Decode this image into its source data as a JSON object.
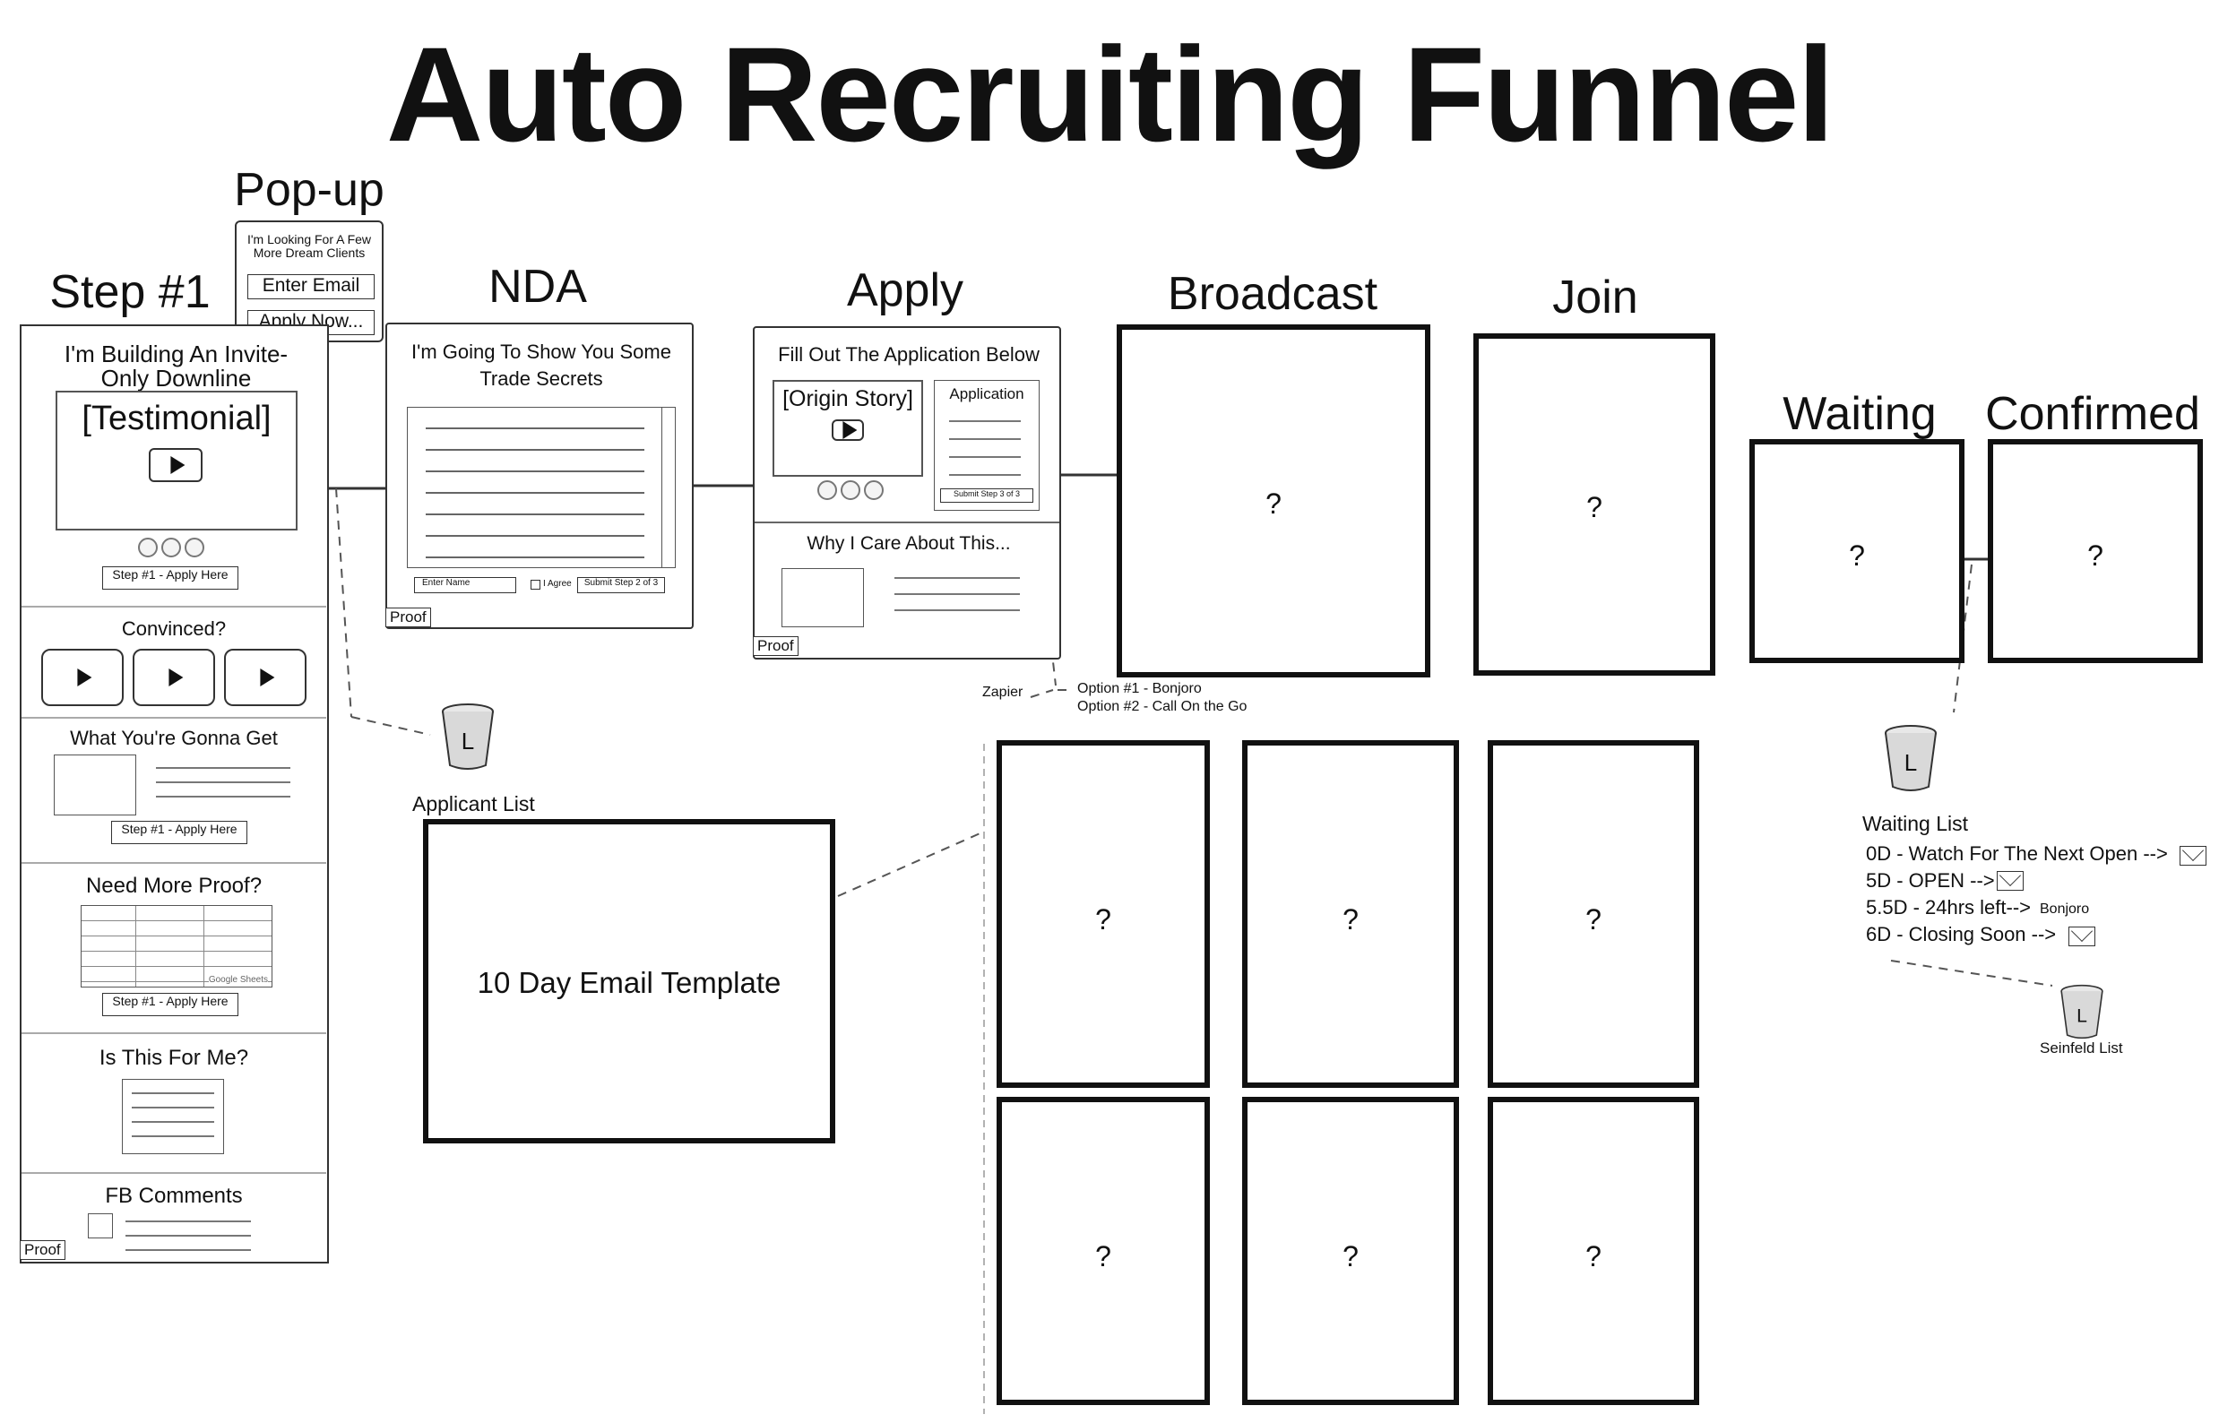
{
  "title": "Auto Recruiting Funnel",
  "labels": {
    "popup": "Pop-up",
    "step1": "Step #1",
    "nda": "NDA",
    "apply": "Apply",
    "broadcast": "Broadcast",
    "join": "Join",
    "waiting": "Waiting",
    "confirmed": "Confirmed"
  },
  "popup": {
    "headline": "I'm Looking For A Few More Dream Clients",
    "email_field": "Enter Email",
    "apply_button": "Apply Now..."
  },
  "step1": {
    "headline": "I'm Building An Invite-Only Downline",
    "testimonial": "[Testimonial]",
    "cta1": "Step #1 - Apply Here",
    "convinced": "Convinced?",
    "what_get": "What You're Gonna Get",
    "cta2": "Step #1 - Apply Here",
    "more_proof": "Need More Proof?",
    "sheets": "Google Sheets",
    "cta3": "Step #1 - Apply Here",
    "for_me": "Is This For Me?",
    "fb": "FB Comments",
    "proof": "Proof"
  },
  "nda": {
    "headline": "I'm Going To Show You Some Trade Secrets",
    "name_field": "Enter Name",
    "agree": "I Agree",
    "submit": "Submit Step 2 of 3",
    "proof": "Proof"
  },
  "apply": {
    "headline": "Fill Out The Application Below",
    "origin": "[Origin Story]",
    "application": "Application",
    "submit": "Submit Step 3 of 3",
    "why": "Why I Care About This...",
    "proof": "Proof"
  },
  "q": "?",
  "applicant_list": "Applicant List",
  "bucket_letter": "L",
  "email_template": "10 Day Email Template",
  "zapier": "Zapier",
  "options": {
    "o1": "Option #1 - Bonjoro",
    "o2": "Option #2 - Call On the Go"
  },
  "waiting_list": {
    "title": "Waiting List",
    "items": [
      "0D - Watch For The Next Open -->",
      "5D - OPEN -->",
      "5.5D - 24hrs left-->",
      "6D - Closing Soon -->"
    ],
    "bonjoro": "Bonjoro"
  },
  "seinfeld": "Seinfeld List"
}
